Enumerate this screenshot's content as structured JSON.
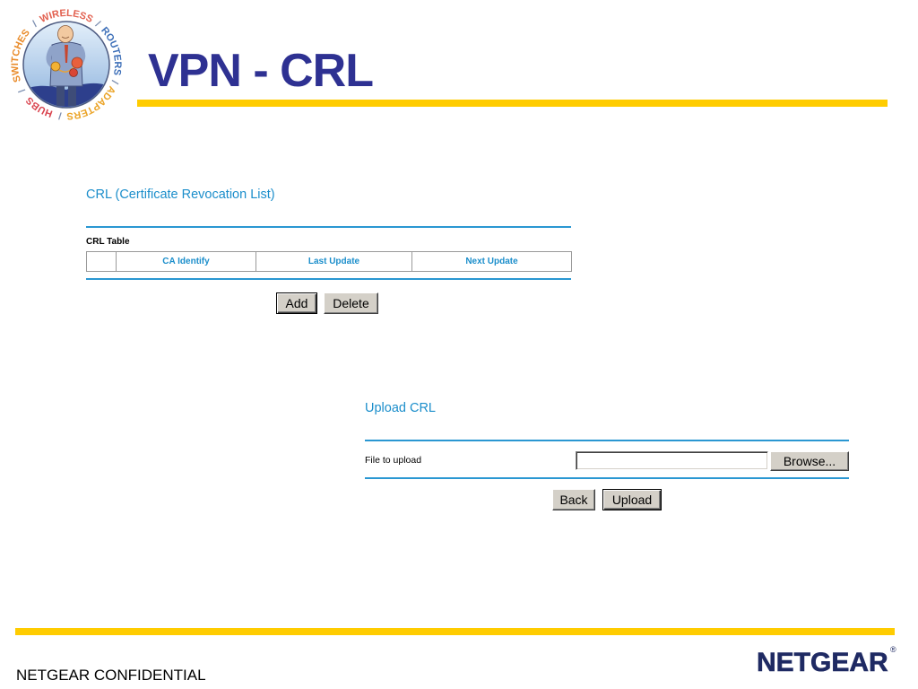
{
  "colors": {
    "accent_yellow": "#FFCC00",
    "title_blue": "#2E3192",
    "section_blue": "#1B8ECB",
    "rule_blue": "#2A97D2",
    "brand_navy": "#1F2A63"
  },
  "logo": {
    "ring_words": [
      "WIRELESS",
      "ROUTERS",
      "ADAPTERS",
      "HUBS",
      "SWITCHES"
    ],
    "separator": "/"
  },
  "header": {
    "title": "VPN - CRL"
  },
  "crl_section": {
    "heading": "CRL (Certificate Revocation List)",
    "table_caption": "CRL Table",
    "columns": [
      "CA Identify",
      "Last Update",
      "Next Update"
    ],
    "add_label": "Add",
    "delete_label": "Delete"
  },
  "upload_section": {
    "heading": "Upload CRL",
    "file_label": "File to upload",
    "file_value": "",
    "browse_label": "Browse...",
    "back_label": "Back",
    "upload_label": "Upload"
  },
  "footer": {
    "confidential": "NETGEAR CONFIDENTIAL",
    "brand": "NETGEAR",
    "registered_mark": "®"
  }
}
